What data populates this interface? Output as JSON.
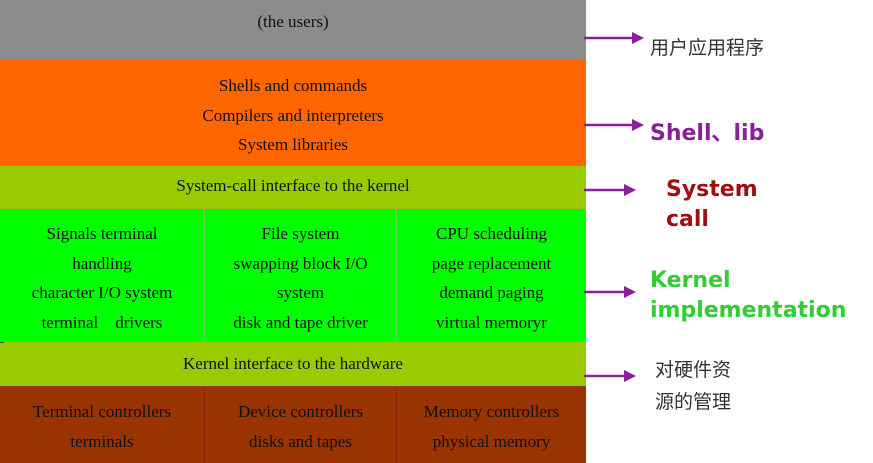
{
  "layers": {
    "users": "(the users)",
    "shells": [
      "Shells and commands",
      "Compilers and interpreters",
      "System libraries"
    ],
    "syscall": "System-call interface to the kernel",
    "kernel_columns": [
      [
        "Signals terminal",
        "handling",
        "character I/O system",
        "terminal    drivers"
      ],
      [
        "File system",
        "swapping block I/O",
        "system",
        "disk and tape driver"
      ],
      [
        "CPU scheduling",
        "page replacement",
        "demand paging",
        "virtual memoryr"
      ]
    ],
    "hw_interface": "Kernel interface to the hardware",
    "hardware_columns": [
      [
        "Terminal controllers",
        "terminals"
      ],
      [
        "Device controllers",
        "disks and tapes"
      ],
      [
        "Memory controllers",
        "physical memory"
      ]
    ]
  },
  "annotations": {
    "users": "用户应用程序",
    "shell_lib": "Shell、lib",
    "system_call": [
      "System",
      "call"
    ],
    "kernel_impl": [
      "Kernel",
      "implementation"
    ],
    "hardware": [
      "对硬件资",
      "源的管理"
    ]
  },
  "colors": {
    "users": "#8c8c8c",
    "shells": "#ff6600",
    "interface": "#99cc00",
    "kernel": "#00ff00",
    "hardware": "#993300",
    "arrow": "#8a1f9a",
    "label_purple": "#8a1f9a",
    "label_red": "#a01010",
    "label_green": "#33cc33"
  }
}
